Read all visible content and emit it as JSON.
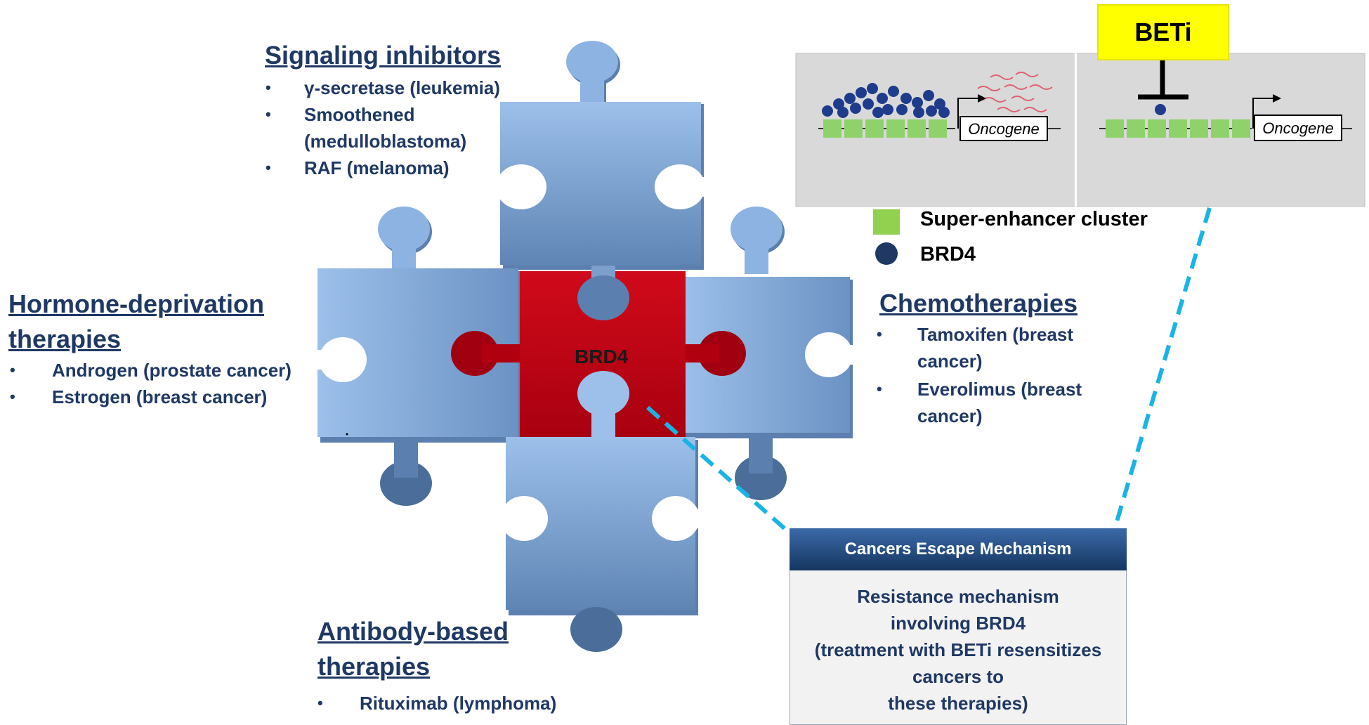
{
  "top_group": {
    "heading": "Signaling inhibitors",
    "items": [
      "γ-secretase (leukemia)",
      "Smoothened (medulloblastoma)",
      "RAF (melanoma)"
    ]
  },
  "left_group": {
    "heading_line1": "Hormone-deprivation",
    "heading_line2": "therapies",
    "items": [
      "Androgen (prostate cancer)",
      "Estrogen (breast cancer)"
    ]
  },
  "right_group": {
    "heading": "Chemotherapies",
    "items": [
      "Tamoxifen (breast cancer)",
      "Everolimus (breast cancer)"
    ]
  },
  "bottom_group": {
    "heading_line1": "Antibody-based",
    "heading_line2": "therapies",
    "items": [
      "Rituximab (lymphoma)"
    ]
  },
  "center_piece_label": "BRD4",
  "beti_label": "BETi",
  "gene_label_left": "Oncogene",
  "gene_label_right": "Oncogene",
  "legend": {
    "super_enhancer": "Super-enhancer cluster",
    "brd4": "BRD4"
  },
  "callout": {
    "title": "Cancers Escape Mechanism",
    "lines": [
      "Resistance mechanism",
      "involving BRD4",
      "(treatment with BETi resensitizes",
      "cancers to",
      "these therapies)"
    ]
  },
  "colors": {
    "piece_blue": "#8db3e2",
    "piece_blue_dark": "#5b7fae",
    "center_red": "#c00000",
    "heading_navy": "#1f3864",
    "super_enhancer_green": "#92d050",
    "brd4_dot": "#1f3864",
    "dashed_line": "#19b4e6",
    "beti_yellow": "#ffff00"
  }
}
